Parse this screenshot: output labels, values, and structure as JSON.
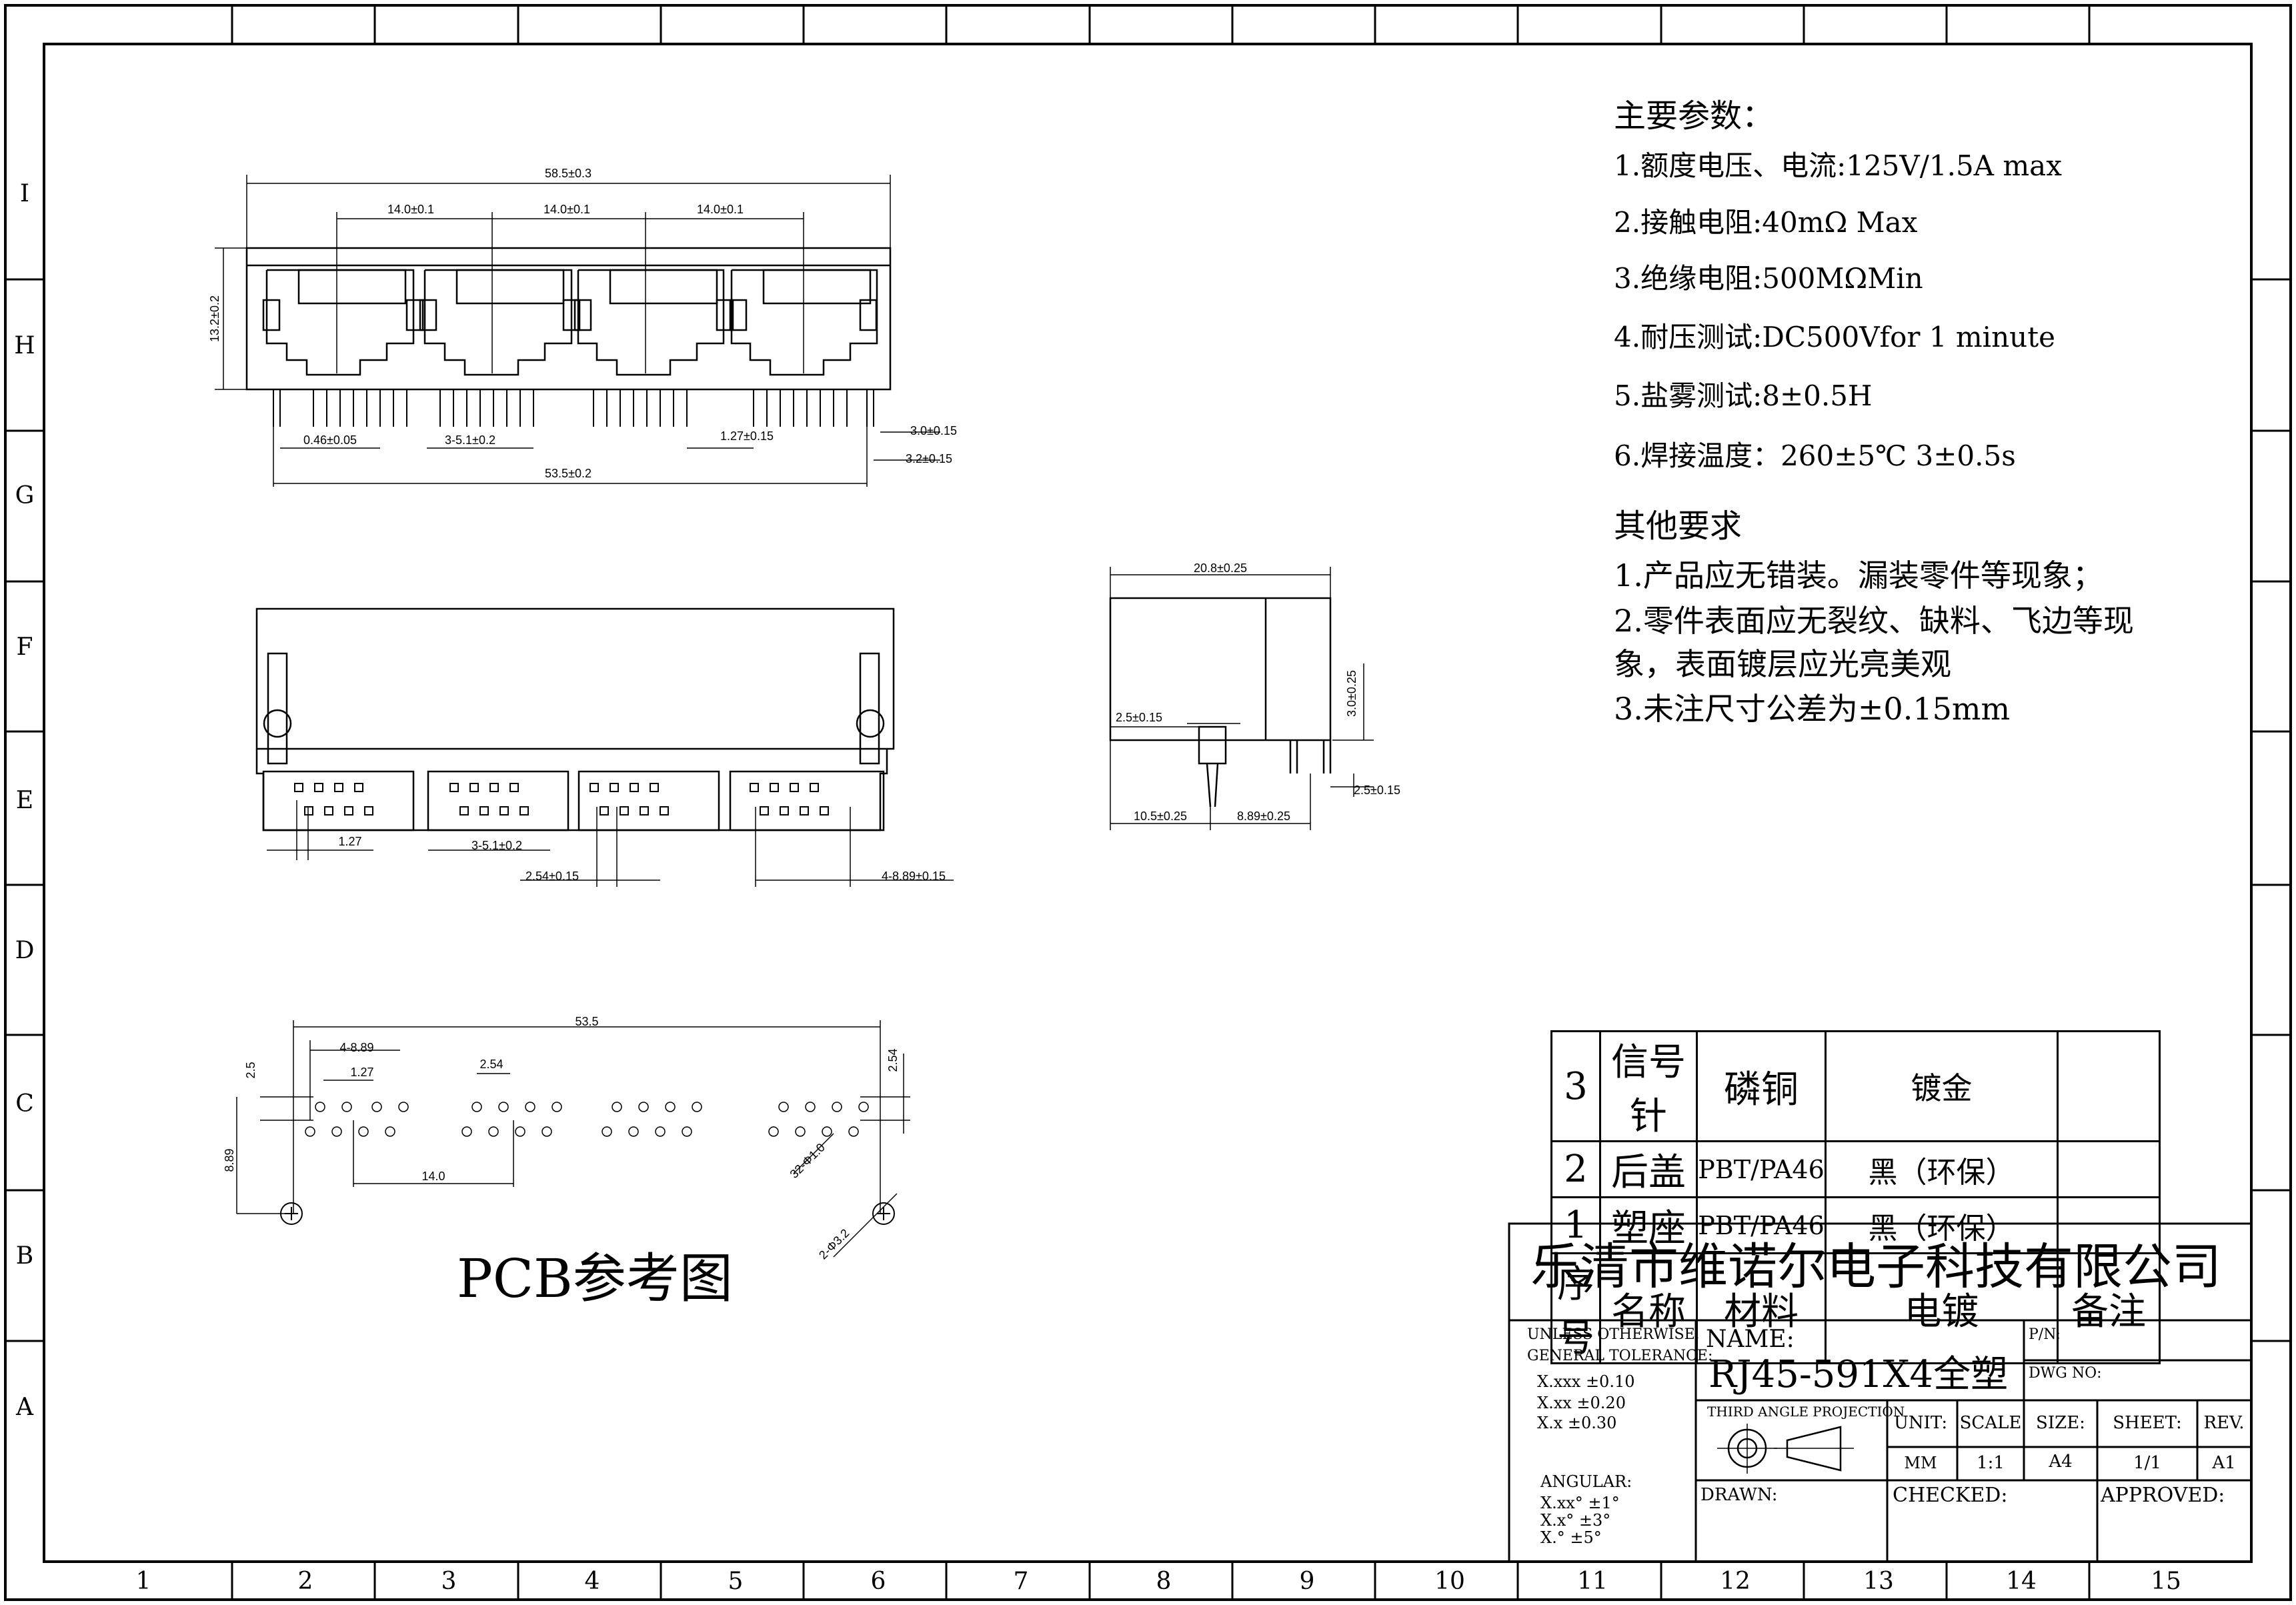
{
  "frame": {
    "col_numbers": [
      "1",
      "2",
      "3",
      "4",
      "5",
      "6",
      "7",
      "8",
      "9",
      "10",
      "11",
      "12",
      "13",
      "14",
      "15"
    ],
    "row_letters": [
      "I",
      "H",
      "G",
      "F",
      "E",
      "D",
      "C",
      "B",
      "A"
    ]
  },
  "front_view": {
    "overall_width": "58.5±0.3",
    "pitch_1": "14.0±0.1",
    "pitch_2": "14.0±0.1",
    "pitch_3": "14.0±0.1",
    "height": "13.2±0.2",
    "pin_dia": "0.46±0.05",
    "pin_group": "3-5.1±0.2",
    "pin_pitch": "1.27±0.15",
    "edge_1": "3.0±0.15",
    "edge_2": "3.2±0.15",
    "pin_span": "53.5±0.2"
  },
  "bottom_view": {
    "pitch": "1.27",
    "group": "3-5.1±0.2",
    "row_spacing": "2.54±0.15",
    "group_pitch": "4-8.89±0.15"
  },
  "side_view": {
    "depth": "20.8±0.25",
    "height": "3.0±0.25",
    "post": "2.5±0.15",
    "pin_len": "2.5±0.15",
    "offset_1": "10.5±0.25",
    "offset_2": "8.89±0.25"
  },
  "pcb": {
    "title": "PCB参考图",
    "width": "53.5",
    "group_pitch": "4-8.89",
    "pitch": "1.27",
    "row": "2.54",
    "left_edge": "2.5",
    "right_edge": "2.54",
    "height": "8.89",
    "span": "14.0",
    "holes": "32-Φ1.0",
    "posts": "2-Φ3.2"
  },
  "specs": {
    "heading": "主要参数：",
    "items": [
      "1.额度电压、电流:125V/1.5A max",
      "2.接触电阻:40mΩ  Max",
      "3.绝缘电阻:500MΩMin",
      "4.耐压测试:DC500Vfor 1 minute",
      "5.盐雾测试:8±0.5H",
      "6.焊接温度：260±5℃ 3±0.5s"
    ]
  },
  "requirements": {
    "heading": "其他要求",
    "items": [
      "1.产品应无错装。漏装零件等现象；",
      "2.零件表面应无裂纹、缺料、飞边等现",
      "象，表面镀层应光亮美观",
      "3.未注尺寸公差为±0.15mm"
    ]
  },
  "bom": {
    "rows": [
      {
        "no": "3",
        "name": "信号针",
        "material": "磷铜",
        "plating": "镀金",
        "note": ""
      },
      {
        "no": "2",
        "name": "后盖",
        "material": "PBT/PA46",
        "plating": "黑（环保）",
        "note": ""
      },
      {
        "no": "1",
        "name": "塑座",
        "material": "PBT/PA46",
        "plating": "黑（环保）",
        "note": ""
      }
    ],
    "header": {
      "no": "序号",
      "name": "名称",
      "material": "材料",
      "plating": "电镀",
      "note": "备注"
    }
  },
  "title_block": {
    "company": "乐清市维诺尔电子科技有限公司",
    "tol_heading_1": "UNLESS OTHERWISE,",
    "tol_heading_2": "GENERAL TOLERANCE:",
    "tol_1": "X.xxx ±0.10",
    "tol_2": "X.xx  ±0.20",
    "tol_3": "X.x   ±0.30",
    "angular": "ANGULAR:",
    "ang_1": "X.xx°  ±1°",
    "ang_2": "X.x°   ±3°",
    "ang_3": "X.°    ±5°",
    "name_label": "NAME:",
    "name_value": "RJ45-591X4全塑",
    "pn_label": "P/N:",
    "dwg_label": "DWG NO:",
    "projection": "THIRD ANGLE PROJECTION",
    "unit_label": "UNIT:",
    "unit_value": "MM",
    "scale_label": "SCALE",
    "scale_value": "1:1",
    "size_label": "SIZE:",
    "size_value": "A4",
    "sheet_label": "SHEET:",
    "sheet_value": "1/1",
    "rev_label": "REV.",
    "rev_value": "A1",
    "drawn_label": "DRAWN:",
    "checked_label": "CHECKED:",
    "approved_label": "APPROVED:"
  }
}
